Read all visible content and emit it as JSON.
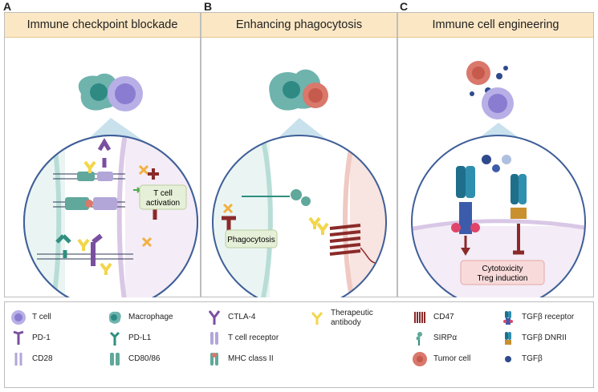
{
  "panels": [
    {
      "letter": "A",
      "title": "Immune checkpoint blockade"
    },
    {
      "letter": "B",
      "title": "Enhancing phagocytosis"
    },
    {
      "letter": "C",
      "title": "Immune cell engineering"
    }
  ],
  "labels": {
    "t_cell_activation_1": "T cell",
    "t_cell_activation_2": "activation",
    "phagocytosis": "Phagocytosis",
    "cytotoxicity": "Cytotoxicity",
    "treg_induction": "Treg induction"
  },
  "legend": {
    "t_cell": "T cell",
    "pd1": "PD-1",
    "cd28": "CD28",
    "macrophage": "Macrophage",
    "pdl1": "PD-L1",
    "cd80_86": "CD80/86",
    "ctla4": "CTLA-4",
    "tcr": "T cell receptor",
    "mhc2": "MHC class II",
    "therapeutic_1": "Therapeutic",
    "therapeutic_2": "antibody",
    "cd47": "CD47",
    "sirpa": "SIRPα",
    "tumor_cell": "Tumor cell",
    "tgfb_receptor": "TGFβ receptor",
    "tgfb_dnrii": "TGFβ DNRII",
    "tgfb": "TGFβ"
  },
  "colors": {
    "title_bg": "#fbe7c4",
    "t_cell": "#9c8fd6",
    "macrophage": "#5fa7a2",
    "tumor": "#d9786b",
    "receptor_dark": "#8b2a2a",
    "antibody": "#f2d64b",
    "pd1": "#7a4fa0",
    "pdl1": "#2f8f7f",
    "tgfb": "#2f4a8c"
  }
}
